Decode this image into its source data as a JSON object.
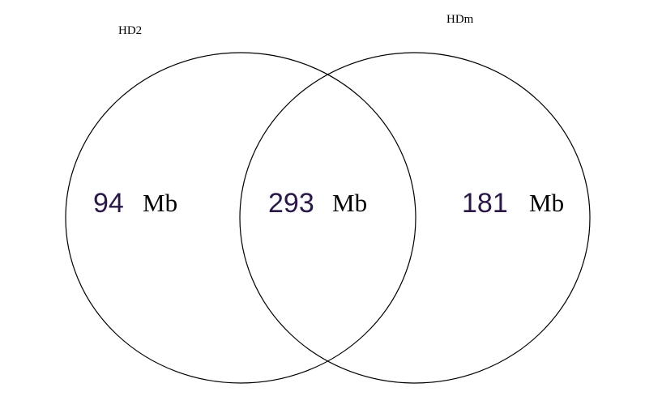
{
  "sets": [
    {
      "name": "HD2"
    },
    {
      "name": "HDm"
    }
  ],
  "regions": {
    "hd2_only": {
      "value": "94",
      "unit": "Mb"
    },
    "shared": {
      "value": "293",
      "unit": "Mb"
    },
    "hdm_only": {
      "value": "181",
      "unit": "Mb"
    }
  },
  "colors": {
    "outline": "#000000",
    "number_text": "#2a1846",
    "unit_text": "#000000"
  }
}
